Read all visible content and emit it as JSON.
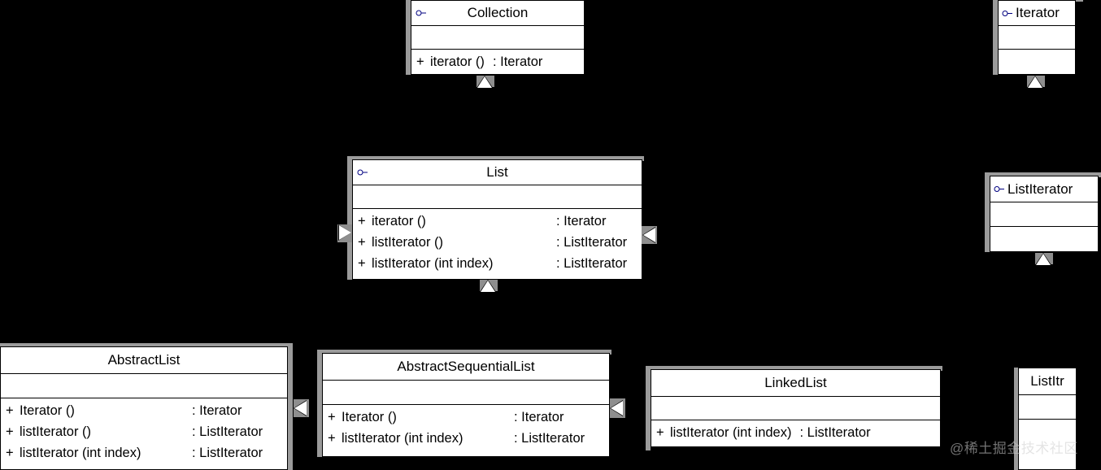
{
  "diagram": {
    "title": "Java Collection Iterator UML class diagram",
    "background_color": "#000000",
    "box_fill": "#ffffff",
    "box_stroke": "#000000",
    "shadow_color": "#9b9b9b",
    "interface_icon_color": "#000080"
  },
  "classes": {
    "collection": {
      "name": "Collection",
      "stereotype_icon": "interface-icon",
      "attributes": [],
      "methods": [
        {
          "visibility": "+",
          "signature": "iterator ()",
          "return": ": Iterator"
        }
      ]
    },
    "iterator": {
      "name": "Iterator",
      "stereotype_icon": "interface-icon",
      "attributes": [],
      "methods": []
    },
    "list": {
      "name": "List",
      "stereotype_icon": "interface-icon",
      "attributes": [],
      "methods": [
        {
          "visibility": "+",
          "signature": "iterator ()",
          "return": ": Iterator"
        },
        {
          "visibility": "+",
          "signature": "listIterator ()",
          "return": ": ListIterator"
        },
        {
          "visibility": "+",
          "signature": "listIterator (int index)",
          "return": ": ListIterator"
        }
      ]
    },
    "list_iterator": {
      "name": "ListIterator",
      "stereotype_icon": "interface-icon",
      "attributes": [],
      "methods": []
    },
    "abstract_list": {
      "name": "AbstractList",
      "stereotype_icon": "none",
      "attributes": [],
      "methods": [
        {
          "visibility": "+",
          "signature": "Iterator ()",
          "return": ": Iterator"
        },
        {
          "visibility": "+",
          "signature": "listIterator ()",
          "return": ": ListIterator"
        },
        {
          "visibility": "+",
          "signature": "listIterator (int index)",
          "return": ": ListIterator"
        }
      ]
    },
    "abstract_sequential_list": {
      "name": "AbstractSequentialList",
      "stereotype_icon": "none",
      "attributes": [],
      "methods": [
        {
          "visibility": "+",
          "signature": "Iterator ()",
          "return": ": Iterator"
        },
        {
          "visibility": "+",
          "signature": "listIterator (int index)",
          "return": ": ListIterator"
        }
      ]
    },
    "linked_list": {
      "name": "LinkedList",
      "stereotype_icon": "none",
      "attributes": [],
      "methods": [
        {
          "visibility": "+",
          "signature": "listIterator (int index)",
          "return": ": ListIterator"
        }
      ]
    },
    "list_itr": {
      "name": "ListItr",
      "stereotype_icon": "none",
      "attributes": [],
      "methods": []
    }
  },
  "watermark": {
    "text": "@稀土掘金技术社区"
  }
}
